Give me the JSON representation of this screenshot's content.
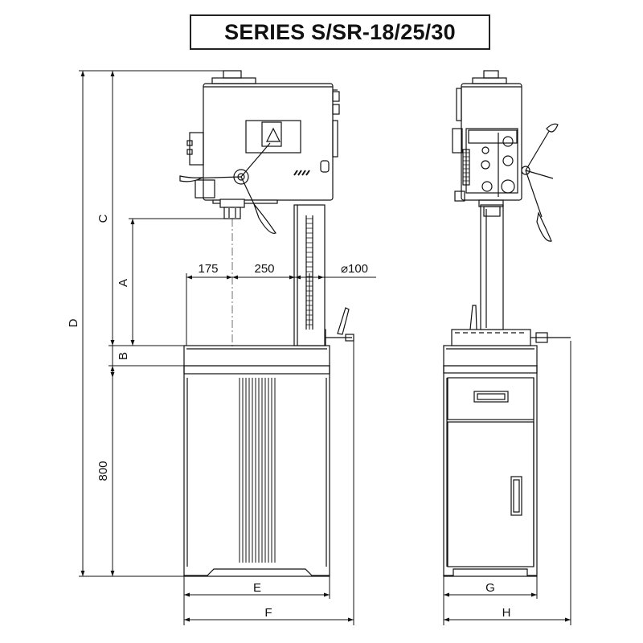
{
  "title": "SERIES S/SR-18/25/30",
  "dimensions": {
    "A": "A",
    "B": "B",
    "C": "C",
    "D": "D",
    "E": "E",
    "F": "F",
    "G": "G",
    "H": "H",
    "stand_height": "800",
    "table_offset": "175",
    "column_distance": "250",
    "column_diameter": "⌀100"
  },
  "views": [
    "front-view",
    "side-view"
  ],
  "colors": {
    "line": "#111111",
    "paper": "#ffffff"
  }
}
